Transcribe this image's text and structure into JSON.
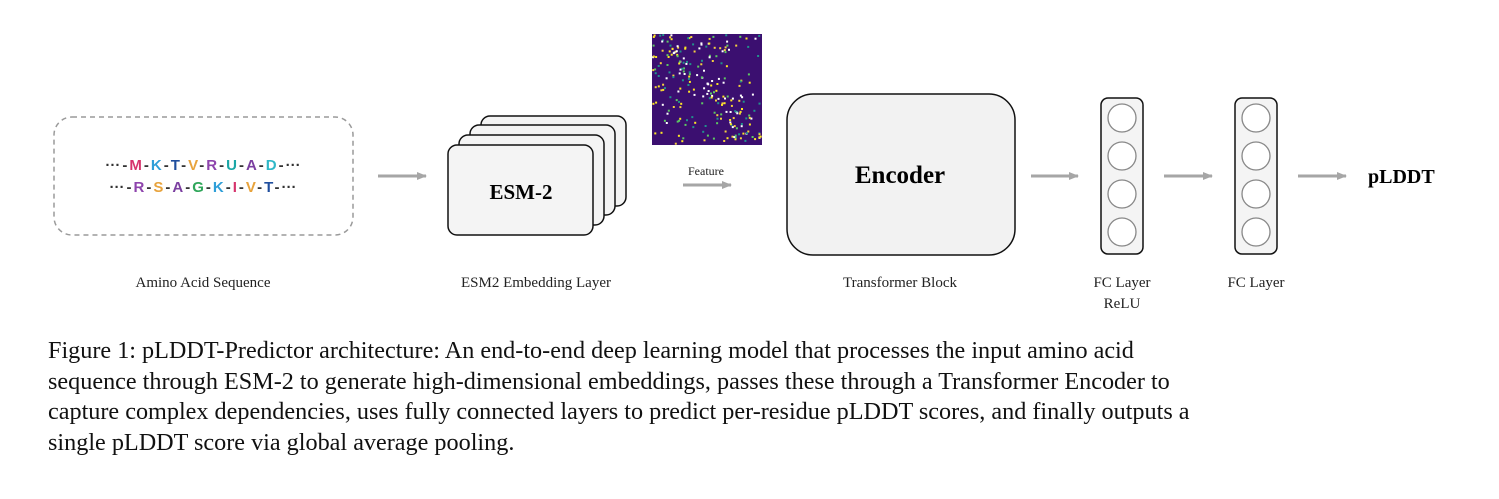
{
  "sequence": {
    "row1": [
      {
        "t": "···",
        "c": "#333333"
      },
      {
        "t": "-",
        "c": "#333333"
      },
      {
        "t": "M",
        "c": "#d6336c"
      },
      {
        "t": "-",
        "c": "#333333"
      },
      {
        "t": "K",
        "c": "#2f9fd8"
      },
      {
        "t": "-",
        "c": "#333333"
      },
      {
        "t": "T",
        "c": "#1f4e9e"
      },
      {
        "t": "-",
        "c": "#333333"
      },
      {
        "t": "V",
        "c": "#e8a33c"
      },
      {
        "t": "-",
        "c": "#333333"
      },
      {
        "t": "R",
        "c": "#8e44ad"
      },
      {
        "t": "-",
        "c": "#333333"
      },
      {
        "t": "U",
        "c": "#1aa6a6"
      },
      {
        "t": "-",
        "c": "#333333"
      },
      {
        "t": "A",
        "c": "#7b3fa0"
      },
      {
        "t": "-",
        "c": "#333333"
      },
      {
        "t": "D",
        "c": "#2fb8c8"
      },
      {
        "t": "-",
        "c": "#333333"
      },
      {
        "t": "···",
        "c": "#333333"
      }
    ],
    "row2": [
      {
        "t": "···",
        "c": "#333333"
      },
      {
        "t": "-",
        "c": "#333333"
      },
      {
        "t": "R",
        "c": "#8e44ad"
      },
      {
        "t": "-",
        "c": "#333333"
      },
      {
        "t": "S",
        "c": "#e8a33c"
      },
      {
        "t": "-",
        "c": "#333333"
      },
      {
        "t": "A",
        "c": "#7b3fa0"
      },
      {
        "t": "-",
        "c": "#333333"
      },
      {
        "t": "G",
        "c": "#2fa65a"
      },
      {
        "t": "-",
        "c": "#333333"
      },
      {
        "t": "K",
        "c": "#2f9fd8"
      },
      {
        "t": "-",
        "c": "#333333"
      },
      {
        "t": "I",
        "c": "#d6336c"
      },
      {
        "t": "-",
        "c": "#333333"
      },
      {
        "t": "V",
        "c": "#e8a33c"
      },
      {
        "t": "-",
        "c": "#333333"
      },
      {
        "t": "T",
        "c": "#1f4e9e"
      },
      {
        "t": "-",
        "c": "#333333"
      },
      {
        "t": "···",
        "c": "#333333"
      }
    ]
  },
  "labels": {
    "amino": "Amino Acid Sequence",
    "esm_box": "ESM-2",
    "esm_layer": "ESM2 Embedding Layer",
    "feature": "Feature",
    "encoder": "Encoder",
    "transformer": "Transformer Block",
    "fc1_line1": "FC Layer",
    "fc1_line2": "ReLU",
    "fc2": "FC Layer",
    "output": "pLDDT"
  },
  "colors": {
    "arrow": "#a6a6a6",
    "heatmap_bg": "#3b0f70",
    "heatmap_dots": [
      "#fde725",
      "#f4d03f",
      "#21918c",
      "#5ec962",
      "#ffffff"
    ]
  },
  "caption": {
    "lines": [
      "Figure 1: pLDDT-Predictor architecture: An end-to-end deep learning model that processes the input amino acid",
      "sequence through ESM-2 to generate high-dimensional embeddings, passes these through a Transformer Encoder to",
      "capture complex dependencies, uses fully connected layers to predict per-residue pLDDT scores, and finally outputs a",
      "single pLDDT score via global average pooling."
    ]
  }
}
